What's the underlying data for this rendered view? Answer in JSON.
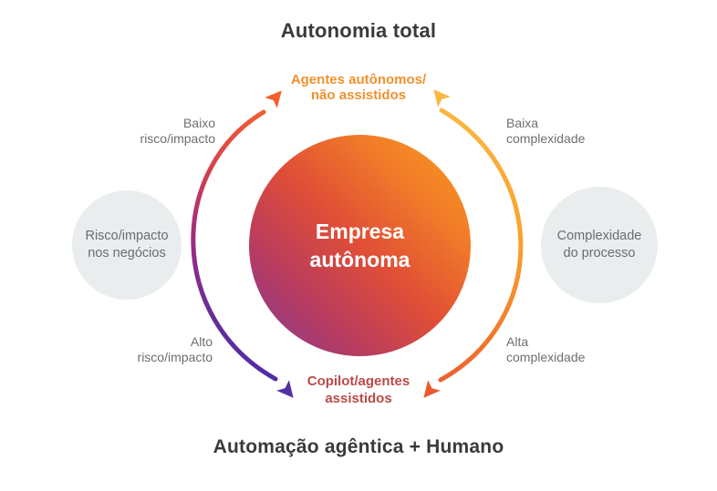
{
  "diagram": {
    "title_top": "Autonomia total",
    "title_bottom": "Automação agêntica + Humano",
    "center_circle": {
      "line1": "Empresa",
      "line2": "autônoma"
    },
    "top_label": {
      "line1": "Agentes autônomos/",
      "line2": "não assistidos"
    },
    "bottom_label": {
      "line1": "Copilot/agentes",
      "line2": "assistidos"
    },
    "left_axis": {
      "top": {
        "line1": "Baixo",
        "line2": "risco/impacto"
      },
      "bottom": {
        "line1": "Alto",
        "line2": "risco/impacto"
      },
      "bubble": {
        "line1": "Risco/impacto",
        "line2": "nos negócios"
      }
    },
    "right_axis": {
      "top": {
        "line1": "Baixa",
        "line2": "complexidade"
      },
      "bottom": {
        "line1": "Alta",
        "line2": "complexidade"
      },
      "bubble": {
        "line1": "Complexidade",
        "line2": "do processo"
      }
    },
    "colors": {
      "title_text": "#3a3a3c",
      "gray_text": "#6d6e71",
      "top_label_orange": "#f0912e",
      "bottom_label_red": "#ba4a48",
      "bubble_fill": "#eaedee",
      "center_circle_gradient": [
        "#823c96",
        "#e04e37",
        "#f9a01f"
      ],
      "left_arrow_gradient": [
        "#f2612e",
        "#8f2b8b",
        "#4f2da6"
      ],
      "right_arrow_gradient": [
        "#fbb843",
        "#ec592f"
      ]
    }
  }
}
